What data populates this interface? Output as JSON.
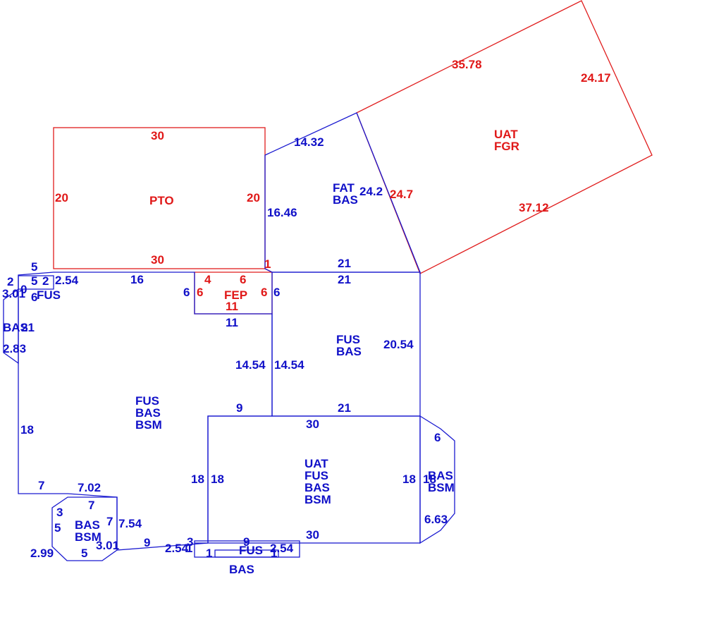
{
  "colors": {
    "main": "#1010c8",
    "addon": "#e01818"
  },
  "labels": {
    "uat_fgr": [
      "UAT",
      "FGR"
    ],
    "pto": "PTO",
    "fat_bas": [
      "FAT",
      "BAS"
    ],
    "fep": "FEP",
    "fus_bas_right": [
      "FUS",
      "BAS"
    ],
    "fus_bas_bsm_main": [
      "FUS",
      "BAS",
      "BSM"
    ],
    "uat_fus_bas_bsm": [
      "UAT",
      "FUS",
      "BAS",
      "BSM"
    ],
    "bas_bsm_right": [
      "BAS",
      "BSM"
    ],
    "bas_bsm_left": [
      "BAS",
      "BSM"
    ],
    "fus_small": "FUS",
    "bas_small": "BAS",
    "fus_bottom": "FUS",
    "bas_bottom": "BAS"
  },
  "dimensions": {
    "uat_top": "35.78",
    "uat_right": "24.17",
    "uat_bottom": "37.12",
    "uat_left": "24.7",
    "pto_top": "30",
    "pto_bottom": "30",
    "pto_left": "20",
    "pto_right": "20",
    "fat_top": "14.32",
    "fat_left": "16.46",
    "fat_right": "24.2",
    "fat_bottom_a": "21",
    "fat_bottom_b": "21",
    "fep_top_a": "4",
    "fep_top_b": "6",
    "fep_left": "6",
    "fep_right": "6",
    "fep_bottom": "11",
    "fep_one": "1",
    "fep_out_left": "6",
    "fep_out_right": "6",
    "fep_out_bottom": "11",
    "main_top": "16",
    "main_left": "18",
    "main_bottom_a": "7",
    "main_bottom_b": "7.02",
    "main_mid_a": "14.54",
    "main_mid_b": "14.54",
    "main_nine": "9",
    "rt_right": "20.54",
    "rt_bottom": "21",
    "uat_box_top": "30",
    "uat_box_bottom": "30",
    "uat_box_left_a": "18",
    "uat_box_left_b": "18",
    "uat_box_right_a": "18",
    "uat_box_right_b": "18",
    "oct_six": "6",
    "oct_663": "6.63",
    "lb_seven": "7",
    "lb_754": "7.54",
    "lb_three": "3",
    "lb_five_a": "5",
    "lb_seven_b": "7",
    "lb_301": "3.01",
    "lb_299": "2.99",
    "lb_five_b": "5",
    "lb_nine": "9",
    "sm_five_top": "5",
    "sm_two_a": "2",
    "sm_five_b": "5",
    "sm_two_b": "2",
    "sm_254": "2.54",
    "sm_301": "3.01",
    "sm_zero": "0",
    "sm_six": "6",
    "sm_283": "2.83",
    "sm_hash": "21",
    "bot_254a": "2.54",
    "bot_one_a": "1",
    "bot_three": "3",
    "bot_nine": "9",
    "bot_254b": "2.54",
    "bot_one_b": "1",
    "bot_one_c": "1"
  }
}
